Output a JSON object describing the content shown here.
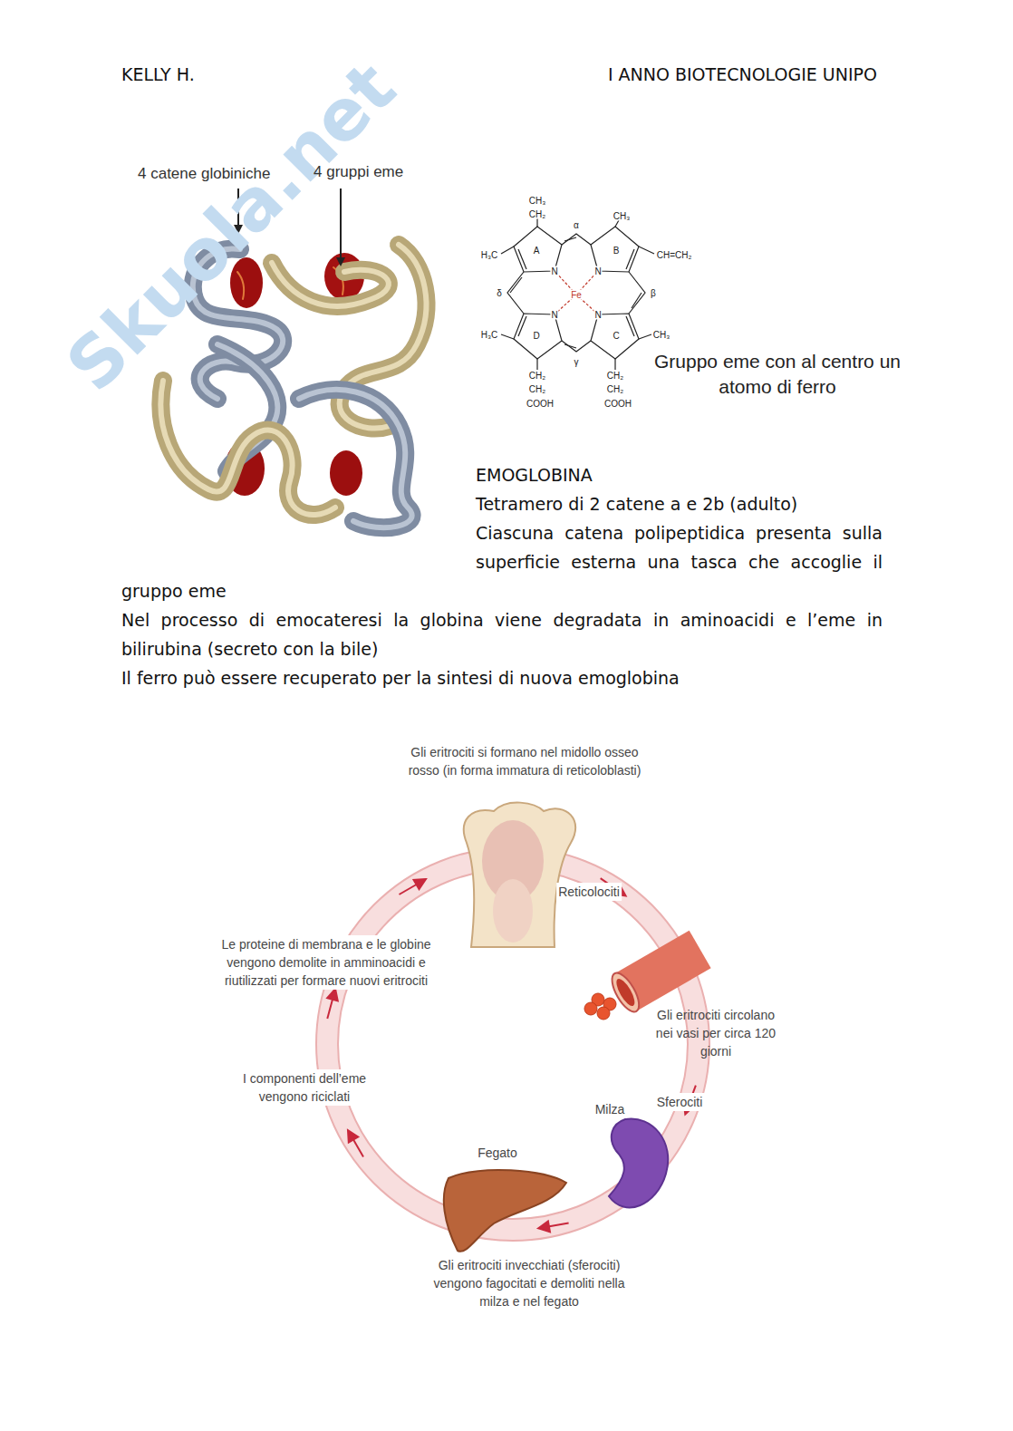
{
  "diagram": {
    "labels": [
      "KELLY H.",
      "I ANNO BIOTECNOLOGIE UNIPO",
      "Skuola.net",
      "4 catene globiniche",
      "4 gruppi eme",
      "CH₃",
      "CH₂",
      "α",
      "CH₃",
      "H₃C",
      "A",
      "B",
      "CH=CH₂",
      "N",
      "N",
      "Fe",
      "δ",
      "β",
      "N",
      "N",
      "H₃C",
      "D",
      "C",
      "CH₃",
      "γ",
      "CH₂",
      "CH₂",
      "COOH",
      "CH₂",
      "CH₂",
      "COOH",
      "Gruppo eme con al centro un atomo di ferro",
      "EMOGLOBINA",
      "Tetramero di 2 catene a e 2b (adulto)",
      "Ciascuna catena polipeptidica presenta sulla superficie esterna una tasca che accoglie il gruppo eme",
      "Nel processo di emocateresi la globina viene degradata in aminoacidi e l’eme in bilirubina (secreto con la bile)",
      "Il ferro può essere recuperato per la sintesi di nuova emoglobina",
      "Gli eritrociti si formano nel midollo osseo rosso (in forma immatura di reticoloblasti)",
      "Reticolociti",
      "Gli eritrociti circolano nei vasi per circa 120 giorni",
      "Sferociti",
      "Milza",
      "Fegato",
      "Gli eritrociti invecchiati (sferociti) vengono fagocitati e demoliti nella milza e nel fegato",
      "I componenti dell’eme vengono riciclati",
      "Le proteine di membrana e le globine vengono demolite in amminoacidi e riutilizzati per formare nuovi eritrociti"
    ]
  }
}
